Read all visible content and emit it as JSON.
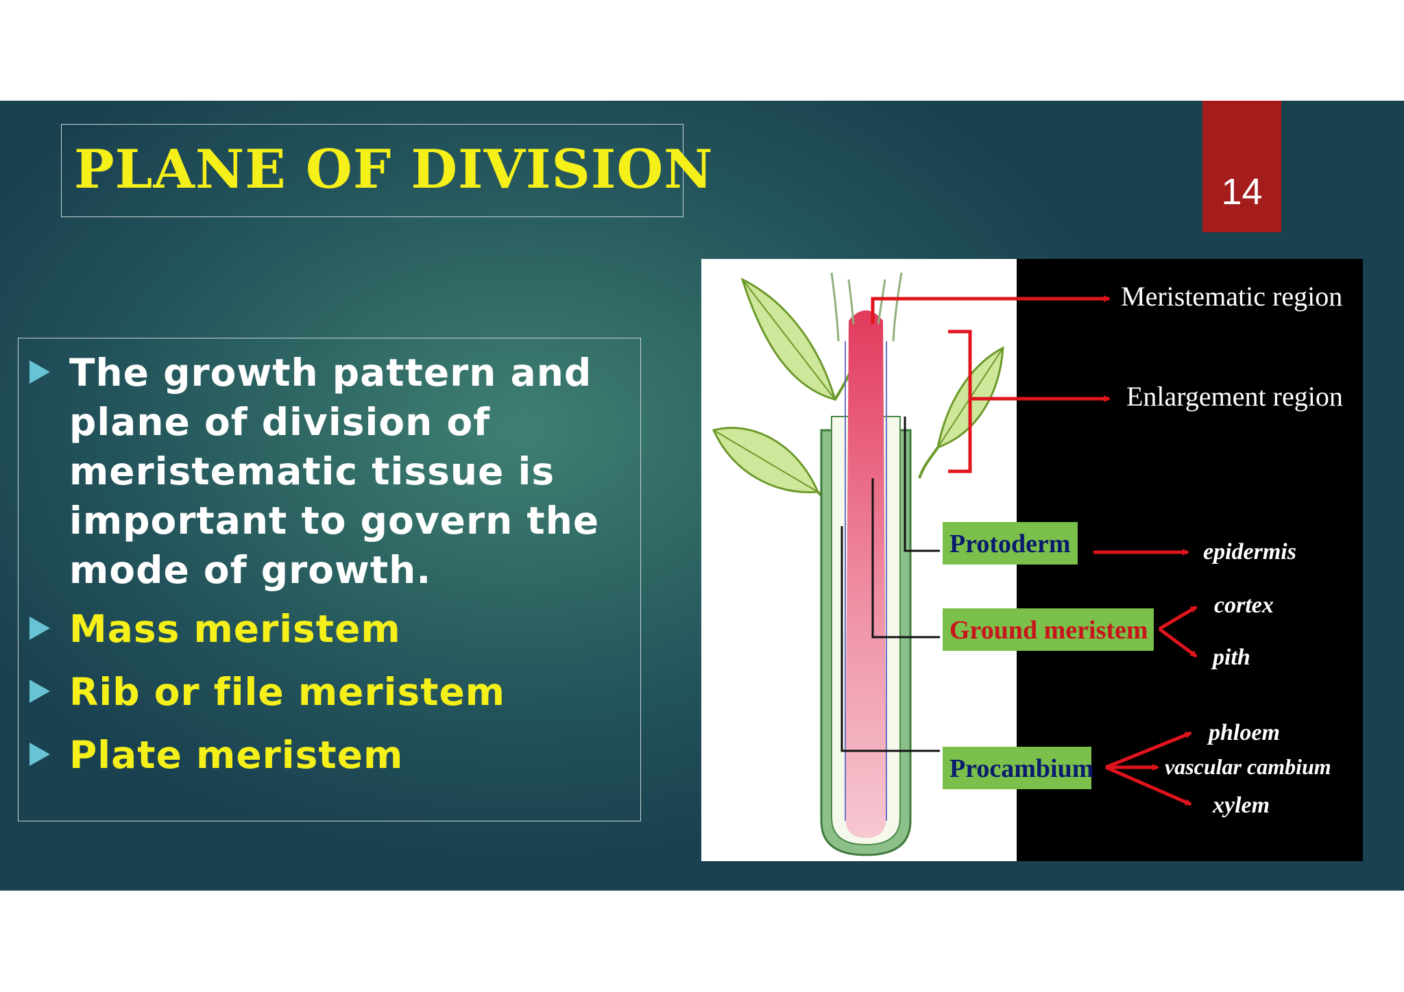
{
  "title": "PLANE OF DIVISION",
  "page_number": "14",
  "bullets": [
    {
      "text": "The growth pattern and plane of division of meristematic tissue is important to govern the mode of growth.",
      "color": "#ffffff"
    },
    {
      "text": "Mass meristem",
      "color": "#f5f01a"
    },
    {
      "text": "Rib or file meristem",
      "color": "#f5f01a"
    },
    {
      "text": "Plate meristem",
      "color": "#f5f01a"
    }
  ],
  "diagram": {
    "regions": [
      "Meristematic region",
      "Enlargement region"
    ],
    "tissues": [
      {
        "name": "Protoderm",
        "name_color": "#0a1a6e",
        "products": [
          "epidermis"
        ]
      },
      {
        "name": "Ground meristem",
        "name_color": "#c8141c",
        "products": [
          "cortex",
          "pith"
        ]
      },
      {
        "name": "Procambium",
        "name_color": "#0a1a6e",
        "products": [
          "phloem",
          "vascular cambium",
          "xylem"
        ]
      }
    ]
  },
  "colors": {
    "title": "#f5f01a",
    "accent_red": "#a51c1c",
    "bullet_triangle": "#68c4d4",
    "arrow_red": "#e0141c",
    "label_box_green": "#7ac04a"
  }
}
